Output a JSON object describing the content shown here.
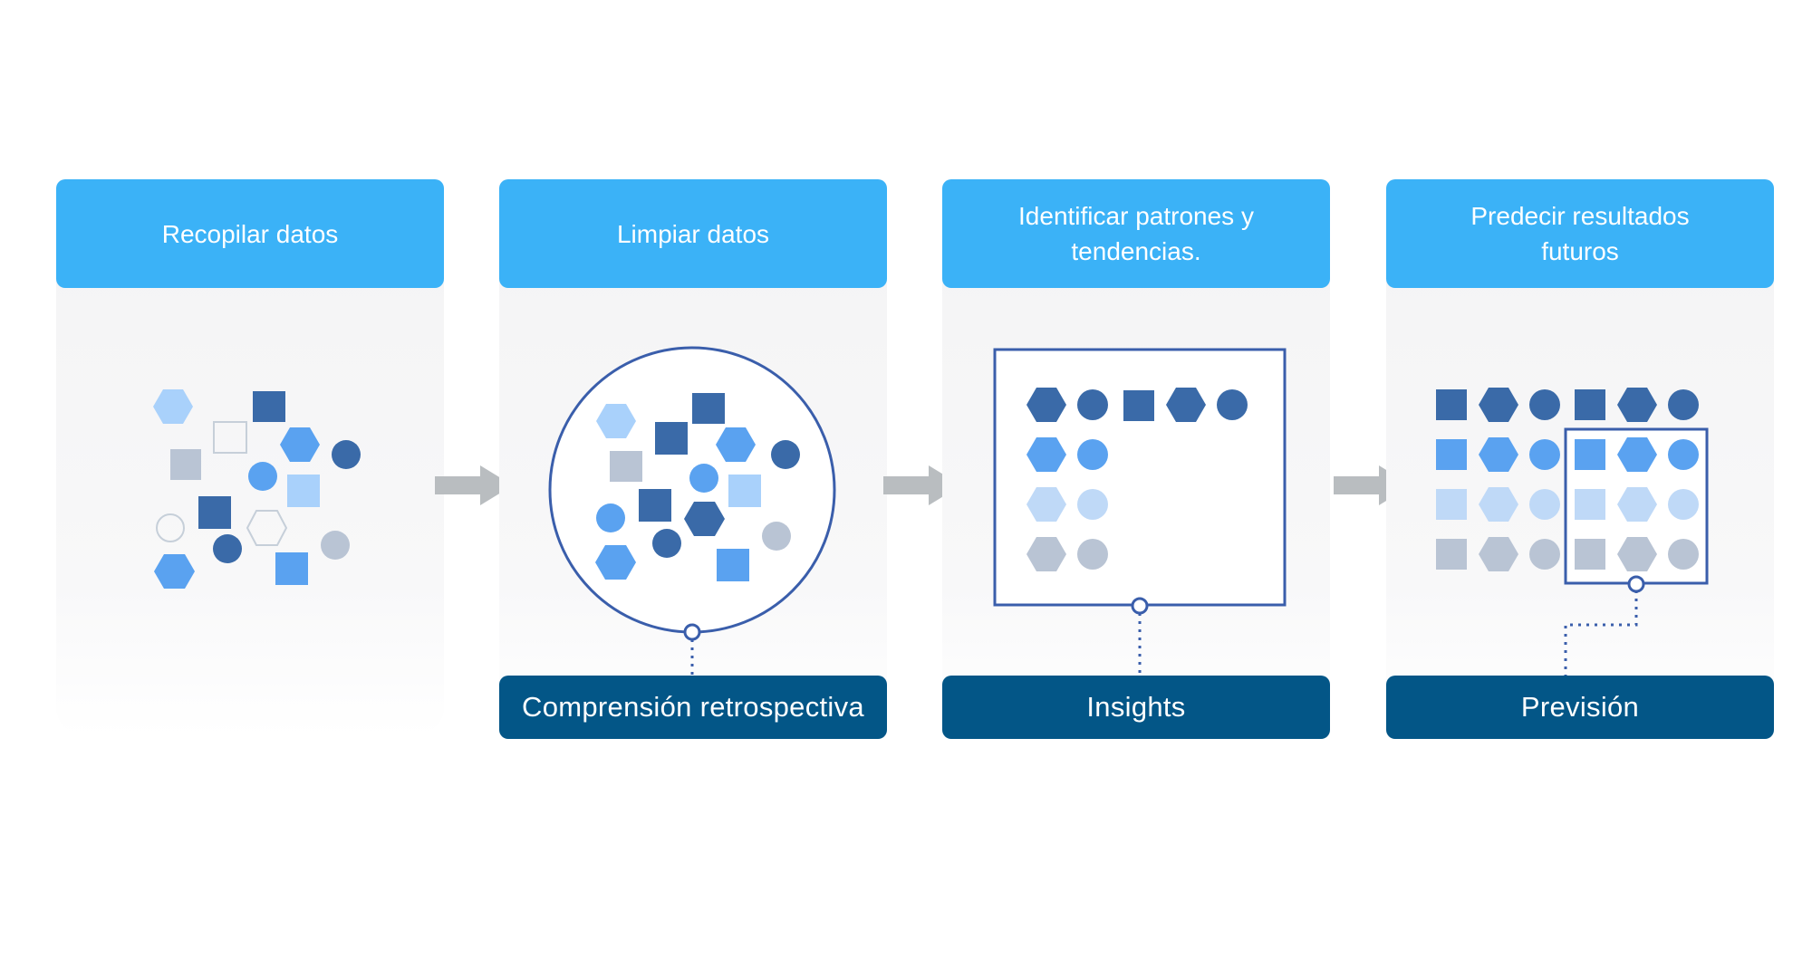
{
  "steps": [
    {
      "title": "Recopilar datos",
      "output": ""
    },
    {
      "title": "Limpiar datos",
      "output": "Comprensión retrospectiva"
    },
    {
      "title": "Identificar patrones y tendencias.",
      "output": "Insights"
    },
    {
      "title": "Predecir resultados futuros",
      "output": "Previsión"
    }
  ],
  "colors": {
    "header": "#3bb2f7",
    "footer": "#035687",
    "dark_blue": "#3a6aa8",
    "mid_blue": "#5aa2f0",
    "light_blue": "#a9d1fb",
    "pale_blue": "#bfd9f7",
    "gray": "#b9c4d4",
    "outline": "#3a5eab",
    "arrow": "#b9bdc0"
  }
}
